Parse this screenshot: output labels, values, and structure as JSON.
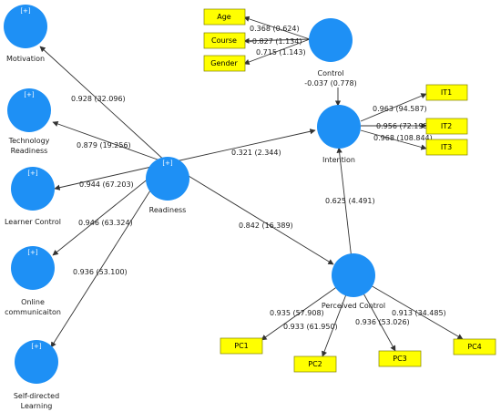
{
  "colors": {
    "construct": "#1e90f5",
    "indicator_fill": "#ffff00",
    "indicator_border": "#808000",
    "edge": "#333333"
  },
  "expand_marker": "[+]",
  "constructs": {
    "motivation": {
      "label": [
        "Motivation"
      ]
    },
    "tech_readiness": {
      "label": [
        "Technology",
        "Readiness"
      ]
    },
    "learner_control": {
      "label": [
        "Learner Control"
      ]
    },
    "online_comm": {
      "label": [
        "Online",
        "communicaiton"
      ]
    },
    "self_directed": {
      "label": [
        "Self-directed",
        "Learning"
      ]
    },
    "readiness": {
      "label": [
        "Readiness"
      ]
    },
    "control": {
      "label": [
        "Control"
      ],
      "value": "-0.037 (0.778)"
    },
    "intention": {
      "label": [
        "Intention"
      ]
    },
    "perceived_control": {
      "label": [
        "Perceived Control"
      ]
    }
  },
  "indicators": {
    "age": "Age",
    "course": "Course",
    "gender": "Gender",
    "it1": "IT1",
    "it2": "IT2",
    "it3": "IT3",
    "pc1": "PC1",
    "pc2": "PC2",
    "pc3": "PC3",
    "pc4": "PC4"
  },
  "paths": {
    "readiness_motivation": "0.928 (32.096)",
    "readiness_tech": "0.879 (19.256)",
    "readiness_learner": "0.944 (67.203)",
    "readiness_online": "0.946 (63.324)",
    "readiness_selfdir": "0.936 (53.100)",
    "readiness_intention": "0.321 (2.344)",
    "readiness_pc": "0.842 (16.389)",
    "pc_intention": "0.625 (4.491)",
    "control_age": "0.368 (0.624)",
    "control_course": "-0.827 (1.134)",
    "control_gender": "0.715 (1.143)",
    "intention_it1": "0.963 (94.587)",
    "intention_it2": "0.956 (72.195)",
    "intention_it3": "0.968 (108.844)",
    "pc_pc1": "0.935 (57.908)",
    "pc_pc2": "0.933 (61.950)",
    "pc_pc3": "0.936 (53.026)",
    "pc_pc4": "0.913 (34.485)"
  }
}
